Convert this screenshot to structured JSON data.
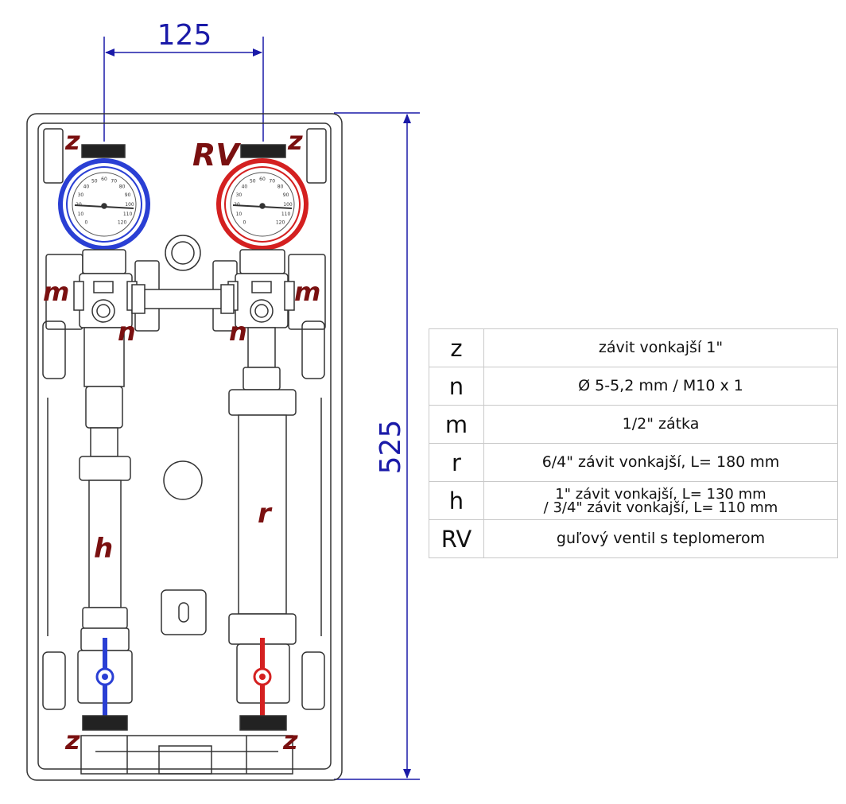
{
  "dimensions": {
    "width_label": "125",
    "height_label": "525"
  },
  "callouts": {
    "z_top_left": "z",
    "rv_top": "RV",
    "z_top_right": "z",
    "m_left": "m",
    "m_right": "m",
    "n_left": "n",
    "n_right": "n",
    "h_pipe": "h",
    "r_pipe": "r",
    "z_bottom_left": "z",
    "z_bottom_right": "z"
  },
  "gauges": {
    "ticks": [
      "0",
      "10",
      "20",
      "30",
      "40",
      "50",
      "60",
      "70",
      "80",
      "90",
      "100",
      "110",
      "120"
    ]
  },
  "legend": [
    {
      "code": "z",
      "description": "závit vonkajší 1\""
    },
    {
      "code": "n",
      "description": "Ø 5-5,2 mm / M10 x 1"
    },
    {
      "code": "m",
      "description": "1/2\" zátka"
    },
    {
      "code": "r",
      "description": "6/4\" závit vonkajší, L= 180 mm"
    },
    {
      "code": "h",
      "description": "1\" závit vonkajší, L= 130 mm",
      "description_2": "/ 3/4\" závit vonkajší, L= 110 mm"
    },
    {
      "code": "RV",
      "description": "guľový ventil s teplomerom"
    }
  ],
  "colors": {
    "dimension": "#1a1aa8",
    "callout": "#7a1010",
    "supply_blue": "#2a3fd4",
    "return_red": "#d42020",
    "outline": "#333333"
  }
}
